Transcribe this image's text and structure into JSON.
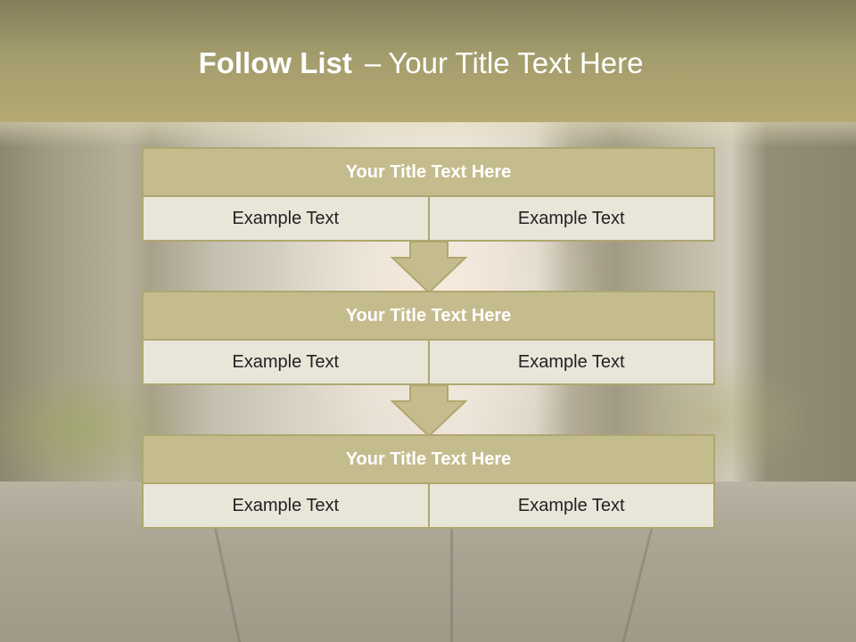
{
  "slide": {
    "title_bold": "Follow List",
    "title_sep": "–",
    "title_rest": "Your Title Text Here"
  },
  "blocks": [
    {
      "title": "Your Title Text Here",
      "cells": [
        "Example Text",
        "Example Text"
      ]
    },
    {
      "title": "Your Title Text Here",
      "cells": [
        "Example Text",
        "Example Text"
      ]
    },
    {
      "title": "Your Title Text Here",
      "cells": [
        "Example Text",
        "Example Text"
      ]
    }
  ],
  "arrows": [
    {
      "icon": "down-arrow-icon"
    },
    {
      "icon": "down-arrow-icon"
    }
  ],
  "colors": {
    "header": "#b5aa73",
    "block_title_bg": "#c5bc8e",
    "block_border": "#b0a770",
    "cell_bg": "#e8e5d9",
    "arrow_fill": "#c5bc8e"
  }
}
